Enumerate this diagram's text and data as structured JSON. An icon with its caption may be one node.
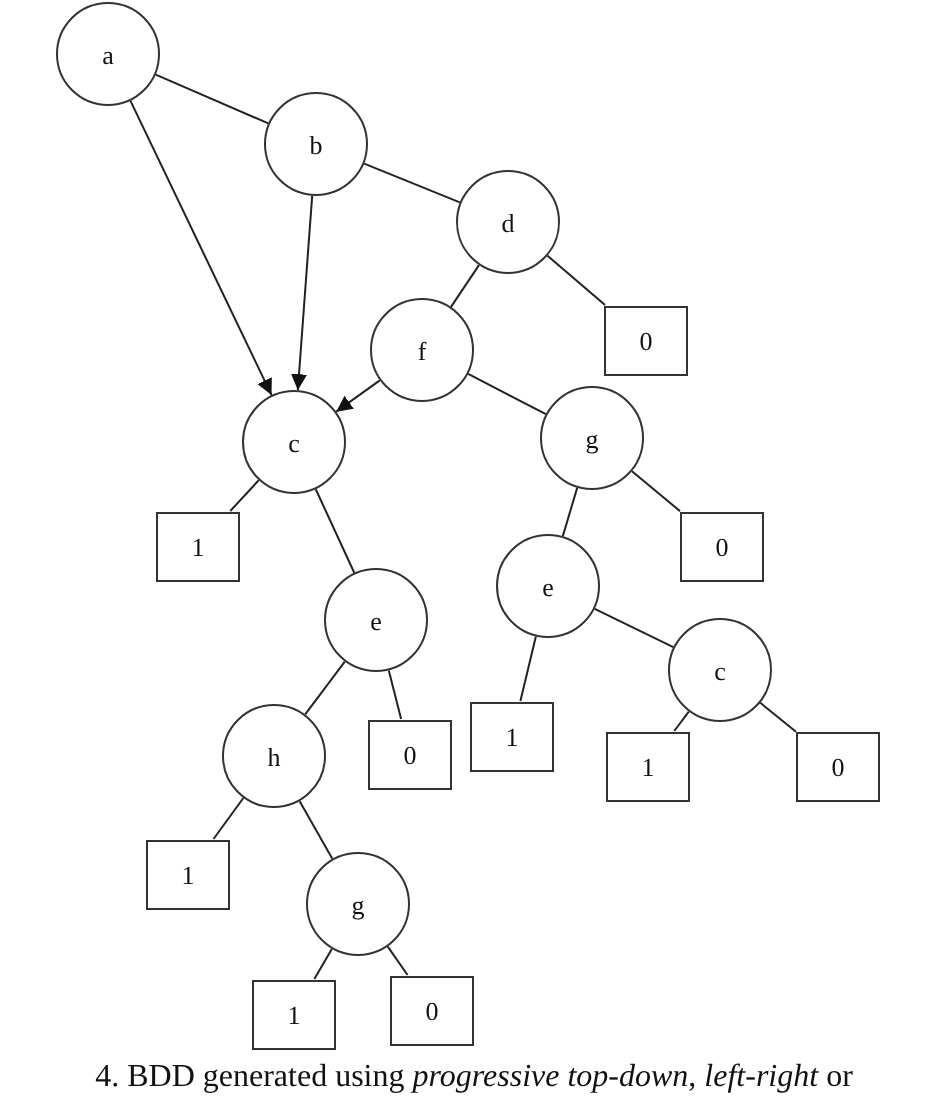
{
  "diagram": {
    "caption": "4. BDD generated using *progressive top-down*, *left-right* or",
    "nodes": [
      {
        "text": [
          "a"
        ]
      },
      {
        "text": [
          "b"
        ]
      },
      {
        "text": [
          "d"
        ]
      },
      {
        "text": [
          "0"
        ]
      },
      {
        "text": [
          "f"
        ]
      },
      {
        "text": [
          "c"
        ]
      },
      {
        "text": [
          "g"
        ]
      },
      {
        "text": [
          "1"
        ]
      },
      {
        "text": [
          "0"
        ]
      },
      {
        "text": [
          "e"
        ]
      },
      {
        "text": [
          "e"
        ]
      },
      {
        "text": [
          "1"
        ]
      },
      {
        "text": [
          "c"
        ]
      },
      {
        "text": [
          "0"
        ]
      },
      {
        "text": [
          "h"
        ]
      },
      {
        "text": [
          "1"
        ]
      },
      {
        "text": [
          "0"
        ]
      },
      {
        "text": [
          "1"
        ]
      },
      {
        "text": [
          "g"
        ]
      },
      {
        "text": [
          "1"
        ]
      },
      {
        "text": [
          "0"
        ]
      }
    ],
    "edges": [
      {
        "from": 0,
        "to": 1,
        "arrow": "none"
      },
      {
        "from": 0,
        "to": 5,
        "arrow": "to"
      },
      {
        "from": 1,
        "to": 5,
        "arrow": "to"
      },
      {
        "from": 1,
        "to": 2,
        "arrow": "none"
      },
      {
        "from": 2,
        "to": 4,
        "arrow": "none"
      },
      {
        "from": 2,
        "to": 3,
        "arrow": "none"
      },
      {
        "from": 4,
        "to": 5,
        "arrow": "to"
      },
      {
        "from": 4,
        "to": 6,
        "arrow": "none"
      },
      {
        "from": 5,
        "to": 7,
        "arrow": "none"
      },
      {
        "from": 5,
        "to": 9,
        "arrow": "none"
      },
      {
        "from": 6,
        "to": 10,
        "arrow": "none"
      },
      {
        "from": 6,
        "to": 8,
        "arrow": "none"
      },
      {
        "from": 10,
        "to": 11,
        "arrow": "none"
      },
      {
        "from": 10,
        "to": 12,
        "arrow": "none"
      },
      {
        "from": 12,
        "to": 15,
        "arrow": "none"
      },
      {
        "from": 12,
        "to": 16,
        "arrow": "none"
      },
      {
        "from": 9,
        "to": 14,
        "arrow": "none"
      },
      {
        "from": 9,
        "to": 13,
        "arrow": "none"
      },
      {
        "from": 14,
        "to": 17,
        "arrow": "none"
      },
      {
        "from": 14,
        "to": 18,
        "arrow": "none"
      },
      {
        "from": 18,
        "to": 19,
        "arrow": "none"
      },
      {
        "from": 18,
        "to": 20,
        "arrow": "none"
      }
    ]
  }
}
